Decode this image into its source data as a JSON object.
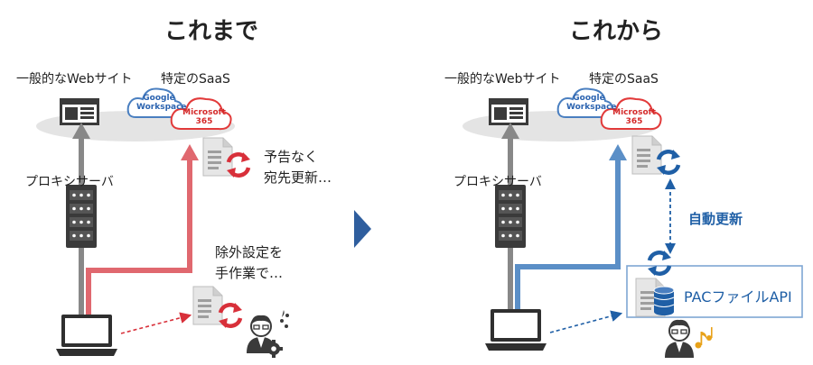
{
  "left": {
    "title": "これまで",
    "web_label": "一般的なWebサイト",
    "saas_label": "特定のSaaS",
    "proxy_label": "プロキシサーバ",
    "note_top_1": "予告なく",
    "note_top_2": "宛先更新…",
    "note_bottom_1": "除外設定を",
    "note_bottom_2": "手作業で…"
  },
  "right": {
    "title": "これから",
    "web_label": "一般的なWebサイト",
    "saas_label": "特定のSaaS",
    "proxy_label": "プロキシサーバ",
    "auto_update_label": "自動更新",
    "pac_label": "PACファイルAPI"
  },
  "clouds": {
    "google_1": "Google",
    "google_2": "Workspace",
    "ms_1": "Microsoft",
    "ms_2": "365"
  },
  "colors": {
    "red": "#e0686f",
    "blue": "#5b8fc7",
    "dark_blue": "#1f5fa6",
    "ellipse": "#e4e4e4",
    "gray_arrow": "#888888"
  },
  "icons": [
    "browser-window-icon",
    "cloud-icon",
    "document-refresh-icon",
    "server-icon",
    "laptop-icon",
    "person-icon",
    "gear-icon",
    "database-icon",
    "music-note-icon",
    "play-triangle-icon"
  ]
}
